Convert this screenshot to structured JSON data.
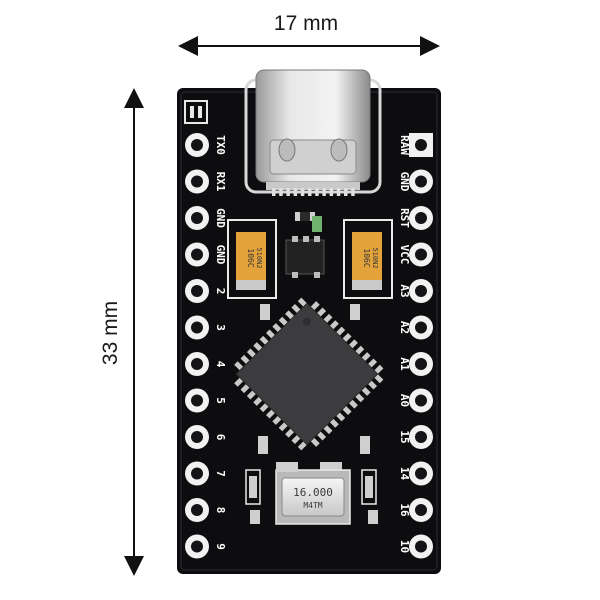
{
  "dimensions": {
    "width_label": "17 mm",
    "height_label": "33 mm"
  },
  "board": {
    "left_pins": [
      "TX0",
      "RX1",
      "GND",
      "GND",
      "2",
      "3",
      "4",
      "5",
      "6",
      "7",
      "8",
      "9"
    ],
    "right_pins": [
      "RAW",
      "GND",
      "RST",
      "VCC",
      "A3",
      "A2",
      "A1",
      "A0",
      "15",
      "14",
      "16",
      "10"
    ],
    "crystal_label": "16.000",
    "crystal_sub": "M4TM",
    "capacitor_label": "106C",
    "capacitor_sub": "510N2"
  },
  "colors": {
    "pcb": "#0d0d0f",
    "pad": "#f2f2f2",
    "capacitor": "#e3a23a",
    "chip": "#3c3c3e",
    "metal": "#d6d6d6"
  }
}
